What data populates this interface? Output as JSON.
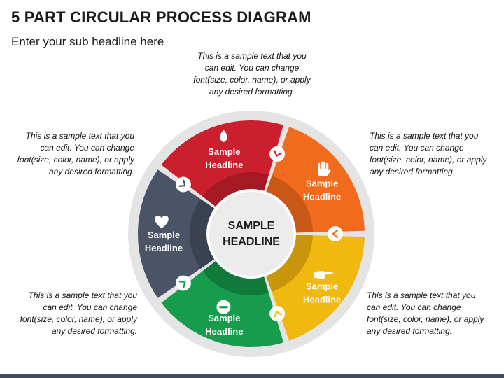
{
  "header": {
    "title": "5 PART CIRCULAR PROCESS DIAGRAM",
    "subtitle": "Enter your sub headline here"
  },
  "center": {
    "line1": "SAMPLE",
    "line2": "HEADLINE"
  },
  "segments": [
    {
      "line1": "Sample",
      "line2": "Headline",
      "color": "#cc1f2d",
      "inner_color": "#a51925",
      "icon": "water-drop-icon"
    },
    {
      "line1": "Sample",
      "line2": "Headline",
      "color": "#f26a1b",
      "inner_color": "#c95716",
      "icon": "raised-hand-icon"
    },
    {
      "line1": "Sample",
      "line2": "Headline",
      "color": "#f1b80f",
      "inner_color": "#c7960b",
      "icon": "pointing-hand-icon"
    },
    {
      "line1": "Sample",
      "line2": "Headline",
      "color": "#169c4c",
      "inner_color": "#117a3b",
      "icon": "minus-circle-icon"
    },
    {
      "line1": "Sample",
      "line2": "Headline",
      "color": "#4a5466",
      "inner_color": "#3a4251",
      "icon": "heart-icon"
    }
  ],
  "notes": {
    "top": "This is a sample text that you\ncan edit. You can change\nfont(size, color, name), or apply\nany desired formatting.",
    "left_top": "This is a sample text that you\ncan edit. You can change\nfont(size, color, name), or apply\nany desired formatting.",
    "right_top": "This is a sample text that you\ncan edit. You can change\nfont(size, color, name), or apply\nany desired formatting.",
    "left_bottom": "This is a sample text that you\ncan edit. You can change\nfont(size, color, name), or apply\nany desired formatting.",
    "right_bottom": "This is a sample text that you\ncan edit. You can change\nfont(size, color, name), or apply\nany desired formatting."
  },
  "colors": {
    "outer_ring": "#e4e4e4",
    "center_fill": "#ececec",
    "footer": "#3d4c5e"
  }
}
